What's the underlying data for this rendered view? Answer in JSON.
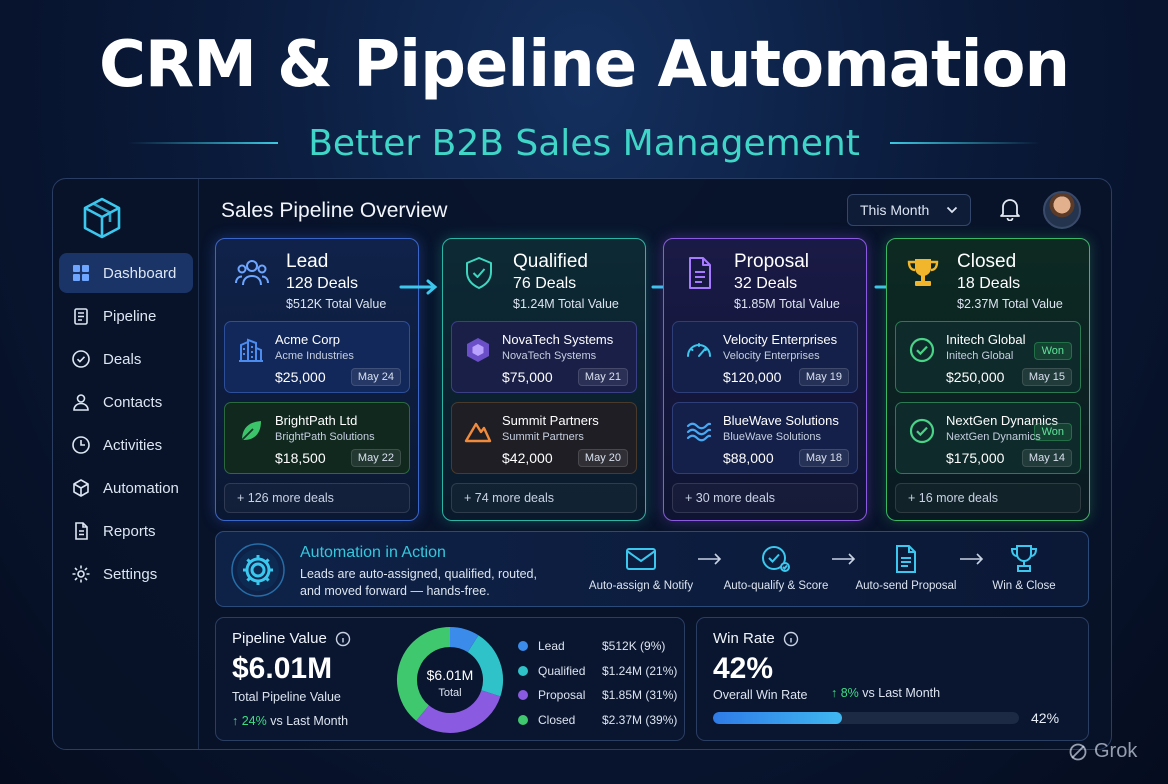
{
  "hero": {
    "title": "CRM & Pipeline Automation",
    "subtitle": "Better B2B Sales Management"
  },
  "sidebar": {
    "items": [
      {
        "label": "Dashboard",
        "icon": "grid-icon",
        "active": true
      },
      {
        "label": "Pipeline",
        "icon": "clipboard-icon"
      },
      {
        "label": "Deals",
        "icon": "check-circle-icon"
      },
      {
        "label": "Contacts",
        "icon": "person-icon"
      },
      {
        "label": "Activities",
        "icon": "activity-icon"
      },
      {
        "label": "Automation",
        "icon": "cube-icon"
      },
      {
        "label": "Reports",
        "icon": "document-icon"
      },
      {
        "label": "Settings",
        "icon": "gear-icon"
      }
    ]
  },
  "header": {
    "title": "Sales Pipeline Overview",
    "period": "This Month"
  },
  "stages": [
    {
      "name": "Lead",
      "count": "128 Deals",
      "value": "$512K Total Value",
      "icon": "people-icon",
      "more": "+ 126 more deals",
      "deals": [
        {
          "name": "Acme Corp",
          "company": "Acme Industries",
          "amount": "$25,000",
          "date": "May 24",
          "icon": "building-icon"
        },
        {
          "name": "BrightPath Ltd",
          "company": "BrightPath Solutions",
          "amount": "$18,500",
          "date": "May 22",
          "icon": "leaf-icon"
        }
      ]
    },
    {
      "name": "Qualified",
      "count": "76 Deals",
      "value": "$1.24M Total Value",
      "icon": "shield-check-icon",
      "more": "+ 74 more deals",
      "deals": [
        {
          "name": "NovaTech Systems",
          "company": "NovaTech Systems",
          "amount": "$75,000",
          "date": "May 21",
          "icon": "hexagon-icon"
        },
        {
          "name": "Summit Partners",
          "company": "Summit Partners",
          "amount": "$42,000",
          "date": "May 20",
          "icon": "mountain-icon"
        }
      ]
    },
    {
      "name": "Proposal",
      "count": "32 Deals",
      "value": "$1.85M Total Value",
      "icon": "document-icon",
      "more": "+ 30 more deals",
      "deals": [
        {
          "name": "Velocity Enterprises",
          "company": "Velocity Enterprises",
          "amount": "$120,000",
          "date": "May 19",
          "icon": "gauge-icon"
        },
        {
          "name": "BlueWave Solutions",
          "company": "BlueWave Solutions",
          "amount": "$88,000",
          "date": "May 18",
          "icon": "wave-icon"
        }
      ]
    },
    {
      "name": "Closed",
      "count": "18 Deals",
      "value": "$2.37M Total Value",
      "icon": "trophy-icon",
      "more": "+ 16 more deals",
      "deals": [
        {
          "name": "Initech Global",
          "company": "Initech Global",
          "amount": "$250,000",
          "date": "May 15",
          "badge": "Won",
          "icon": "check-circle-icon"
        },
        {
          "name": "NextGen Dynamics",
          "company": "NextGen Dynamics",
          "amount": "$175,000",
          "date": "May 14",
          "badge": "Won",
          "icon": "check-circle-icon"
        }
      ]
    }
  ],
  "automation": {
    "title": "Automation in Action",
    "line1": "Leads are auto-assigned, qualified, routed,",
    "line2": "and moved forward — hands-free.",
    "steps": [
      {
        "label": "Auto-assign & Notify",
        "icon": "envelope-icon"
      },
      {
        "label": "Auto-qualify & Score",
        "icon": "badge-check-icon"
      },
      {
        "label": "Auto-send Proposal",
        "icon": "document-icon"
      },
      {
        "label": "Win & Close",
        "icon": "trophy-icon"
      }
    ]
  },
  "pipeline_value": {
    "title": "Pipeline Value",
    "value": "$6.01M",
    "subtitle": "Total Pipeline Value",
    "trend_pct": "24%",
    "trend_text": "vs Last Month",
    "donut_value": "$6.01M",
    "donut_label": "Total",
    "segments": [
      {
        "name": "Lead",
        "amount": "$512K (9%)",
        "pct": 9,
        "color": "#3b8bea"
      },
      {
        "name": "Qualified",
        "amount": "$1.24M (21%)",
        "pct": 21,
        "color": "#2fc2c8"
      },
      {
        "name": "Proposal",
        "amount": "$1.85M (31%)",
        "pct": 31,
        "color": "#8a5ae0"
      },
      {
        "name": "Closed",
        "amount": "$2.37M (39%)",
        "pct": 39,
        "color": "#3fc86e"
      }
    ]
  },
  "win_rate": {
    "title": "Win Rate",
    "value": "42%",
    "subtitle": "Overall Win Rate",
    "trend_pct": "8%",
    "trend_text": "vs Last Month",
    "bar_pct": "42%",
    "fill": 0.42
  },
  "watermark": "Grok"
}
